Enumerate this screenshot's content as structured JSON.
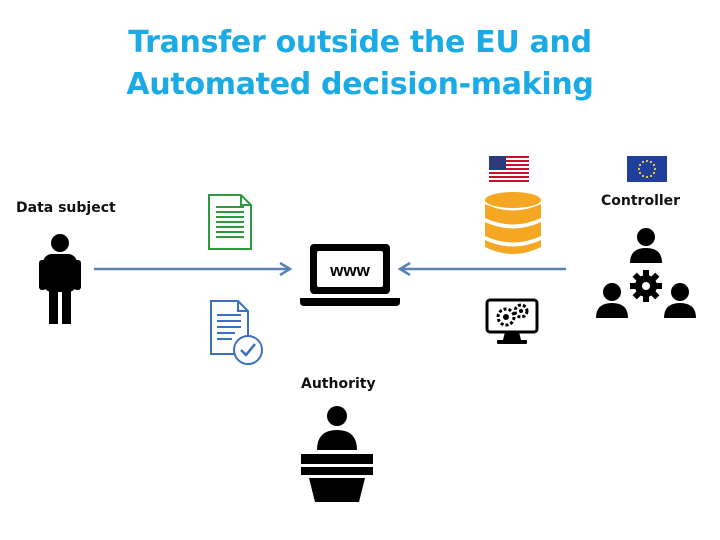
{
  "title": {
    "line1": "Transfer outside the EU and",
    "line2": "Automated decision-making"
  },
  "labels": {
    "data_subject": "Data subject",
    "controller": "Controller",
    "authority": "Authority"
  },
  "icons": {
    "browser_text": "www"
  },
  "colors": {
    "title": "#1AABE6",
    "arrow": "#5B82B5",
    "document_green": "#2E9A3E",
    "document_blue": "#3B6FC4",
    "database": "#F5A623"
  }
}
